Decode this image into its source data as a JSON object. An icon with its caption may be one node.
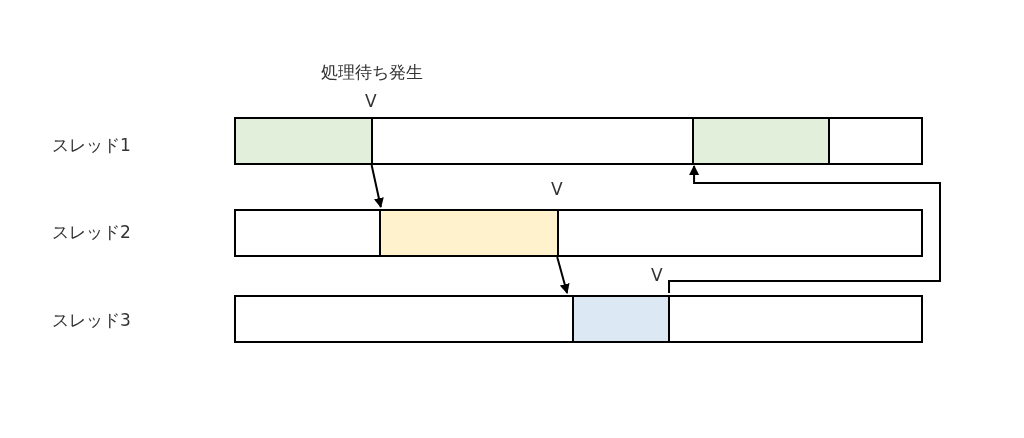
{
  "diagram": {
    "nodes": [
      {
        "text": [],
        "shape": "bar"
      },
      {
        "text": [],
        "shape": "bar"
      },
      {
        "text": [],
        "shape": "bar"
      },
      {
        "text": [],
        "shape": "bar"
      },
      {
        "text": [],
        "shape": "bar"
      },
      {
        "text": [],
        "shape": "bar"
      },
      {
        "text": [],
        "shape": "bar"
      },
      {
        "text": [],
        "shape": "bar"
      },
      {
        "text": [],
        "shape": "bar"
      },
      {
        "text": [],
        "shape": "bar"
      }
    ],
    "edges": [
      {
        "from": 0,
        "to": 5,
        "arrow": "to"
      },
      {
        "from": 5,
        "to": 8,
        "arrow": "to"
      },
      {
        "from": 8,
        "to": 2,
        "arrow": "to"
      }
    ],
    "labels": [
      "処理待ち発生",
      "V",
      "スレッド1",
      "V",
      "スレッド2",
      "V",
      "スレッド3"
    ]
  }
}
